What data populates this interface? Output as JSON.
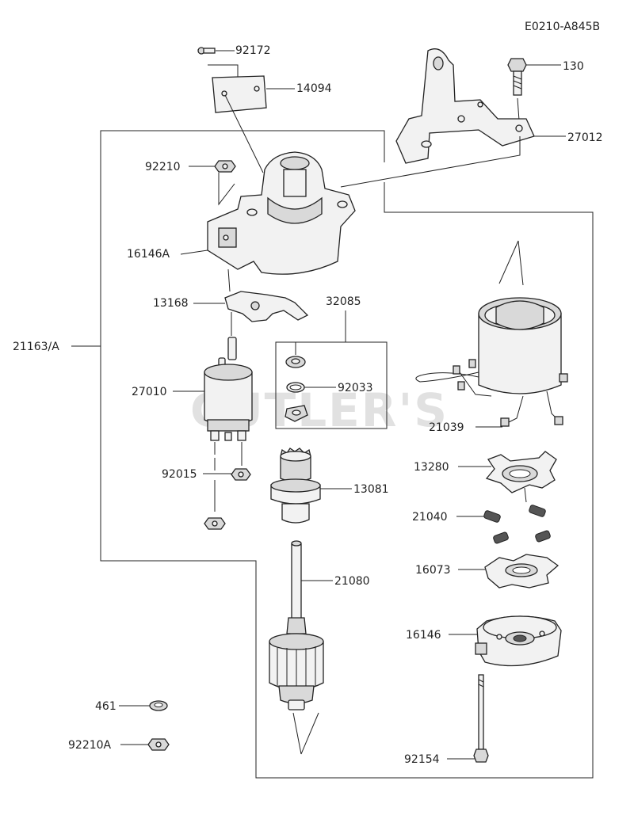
{
  "diagram_code": "E0210-A845B",
  "watermark": "CUTLER'S",
  "callouts": {
    "p92172": "92172",
    "p14094": "14094",
    "p130": "130",
    "p27012": "27012",
    "p92210": "92210",
    "p16146A": "16146A",
    "p13168": "13168",
    "p32085": "32085",
    "p21163A": "21163/A",
    "p27010": "27010",
    "p92033": "92033",
    "p21039": "21039",
    "p92015": "92015",
    "p13280": "13280",
    "p13081": "13081",
    "p21040": "21040",
    "p21080": "21080",
    "p16073": "16073",
    "p16146": "16146",
    "p461": "461",
    "p92210A": "92210A",
    "p92154": "92154"
  }
}
